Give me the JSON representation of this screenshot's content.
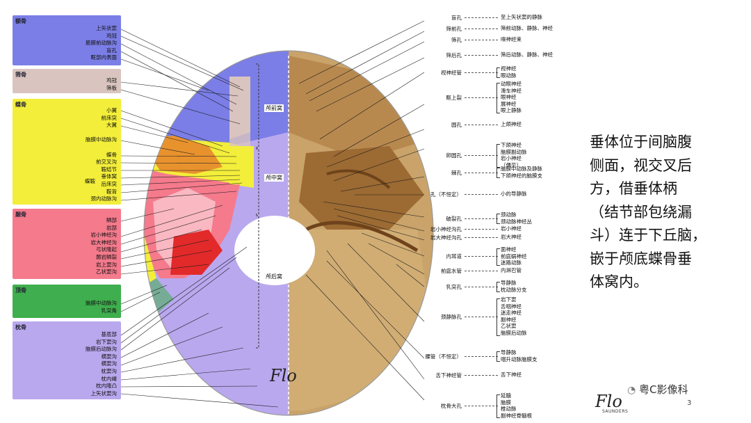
{
  "colors": {
    "frontal": "#7b7ee6",
    "ethmoid": "#d9c4bf",
    "sphenoid": "#f3ee3a",
    "temporal": "#f47a8c",
    "parietal": "#3fae4e",
    "occipital": "#b9a8ee",
    "bone": "#c9a36a",
    "bone_dark": "#8a5e2c"
  },
  "left_panels": [
    {
      "name": "额骨",
      "color": "#7b7ee6",
      "labels": [
        "上矢状窦",
        "鸡冠",
        "筋膜前动脉沟",
        "盲孔",
        "眶部内表面"
      ]
    },
    {
      "name": "筛骨",
      "color": "#d9c4bf",
      "labels": [
        "鸡冠",
        "筛板"
      ]
    },
    {
      "name": "蝶骨",
      "color": "#f3ee3a",
      "labels": [
        "小翼",
        "前床突",
        "大翼",
        "",
        "脑膜中动脉沟",
        "",
        "蝶骨",
        "前交叉沟",
        "鞍结节",
        "垂体窝",
        "后床突",
        "鞍背",
        "颈内动脉沟"
      ],
      "group": "蝶鞍"
    },
    {
      "name": "颞骨",
      "color": "#f47a8c",
      "labels": [
        "鳞部",
        "岩部",
        "岩小神经沟",
        "岩大神经沟",
        "弓状隆起",
        "颞岩鳞裂",
        "岩上窦沟",
        "乙状窦沟"
      ]
    },
    {
      "name": "顶骨",
      "color": "#3fae4e",
      "labels": [
        "脑膜中动脉沟",
        "乳突角"
      ]
    },
    {
      "name": "枕骨",
      "color": "#b9a8ee",
      "labels": [
        "基底部",
        "岩下窦沟",
        "脑膜后动脉沟",
        "横窦沟",
        "横窦沟",
        "枕窦沟",
        "枕内嵴",
        "枕内隆凸",
        "上矢状窦沟"
      ]
    }
  ],
  "fossae": [
    "颅前窝",
    "颅中窝",
    "颅后窝"
  ],
  "right_structures": [
    {
      "name": "盲孔",
      "contents": [
        "至上矢状窦的静脉"
      ]
    },
    {
      "name": "筛前孔",
      "contents": [
        "筛前动脉、静脉、神经"
      ]
    },
    {
      "name": "筛孔",
      "contents": [
        "嗅神经束"
      ]
    },
    {
      "name": "筛后孔",
      "contents": [
        "筛后动脉、静脉、神经"
      ]
    },
    {
      "name": "视神经管",
      "contents": [
        "视神经",
        "眼动脉"
      ]
    },
    {
      "name": "眶上裂",
      "contents": [
        "动眼神经",
        "滑车神经",
        "眼神经",
        "展神经",
        "眼上静脉"
      ]
    },
    {
      "name": "圆孔",
      "contents": [
        "上颌神经"
      ]
    },
    {
      "name": "卵圆孔",
      "contents": [
        "下颌神经",
        "脑膜副动脉",
        "岩小神经",
        "（偶见）"
      ]
    },
    {
      "name": "棘孔",
      "contents": [
        "脑膜中动脉及静脉",
        "下颌神经的脑膜支"
      ]
    },
    {
      "name": "孔（不恒定）",
      "contents": [
        "小的导静脉"
      ]
    },
    {
      "name": "破裂孔",
      "contents": [
        "颈动脉",
        "颈动脉神经丛"
      ]
    },
    {
      "name": "岩小神经沟孔",
      "contents": [
        "岩小神经"
      ]
    },
    {
      "name": "岩大神经沟孔",
      "contents": [
        "岩大神经"
      ]
    },
    {
      "name": "内耳道",
      "contents": [
        "面神经",
        "前庭蜗神经",
        "迷路动脉"
      ]
    },
    {
      "name": "前庭水管",
      "contents": [
        "内淋巴管"
      ]
    },
    {
      "name": "乳突孔",
      "contents": [
        "导静脉",
        "枕动脉分支"
      ]
    },
    {
      "name": "颈静脉孔",
      "contents": [
        "岩下窦",
        "舌咽神经",
        "迷走神经",
        "副神经",
        "乙状窦",
        "脑膜后动脉"
      ]
    },
    {
      "name": "髁管（不恒定）",
      "contents": [
        "导静脉",
        "咽升动脉脑膜支"
      ]
    },
    {
      "name": "舌下神经管",
      "contents": [
        "舌下神经"
      ]
    },
    {
      "name": "枕骨大孔",
      "contents": [
        "延髓",
        "脑膜",
        "椎动脉",
        "副神经脊髓根"
      ]
    }
  ],
  "side_text": [
    "垂体位于间脑腹",
    "侧面，视交叉后",
    "方，借垂体柄",
    "（结节部包绕漏",
    "斗）连于下丘脑，",
    "嵌于颅底蝶骨垂",
    "体窝内。"
  ],
  "watermark": "粤C影像科",
  "page_number": "3",
  "publisher": "SAUNDERS"
}
